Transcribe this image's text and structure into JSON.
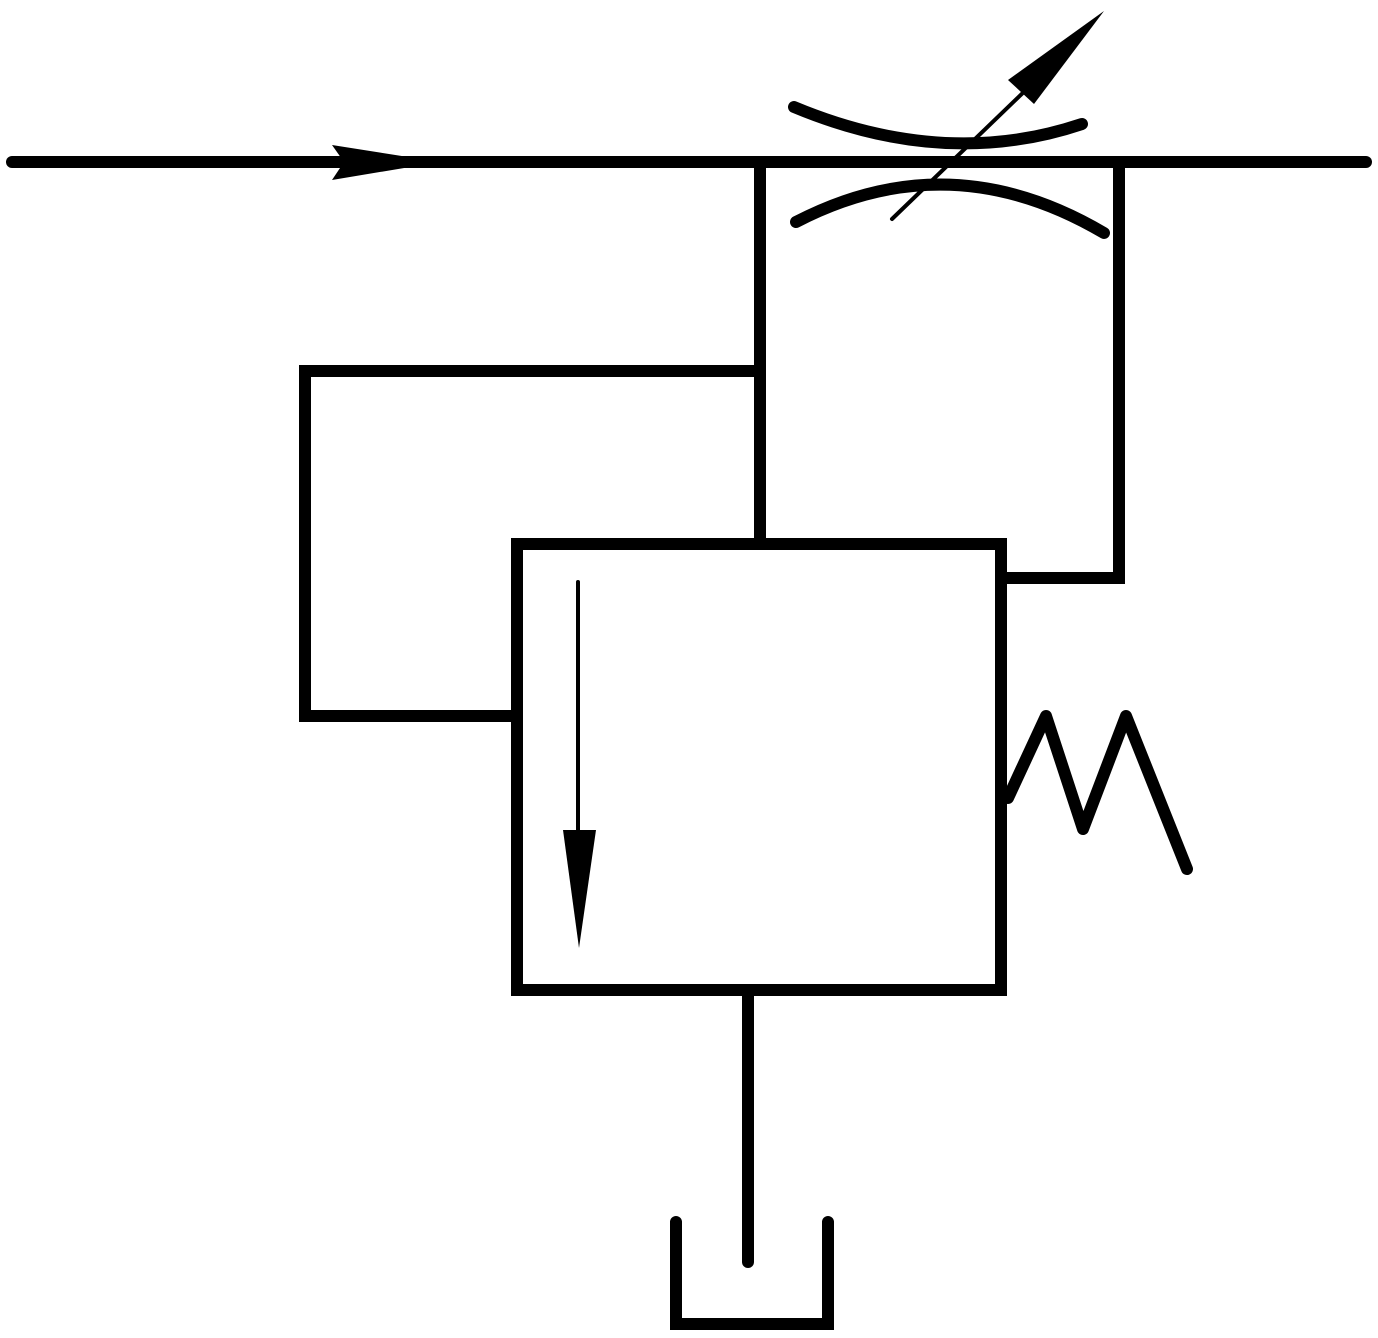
{
  "diagram": {
    "type": "hydraulic-schematic",
    "stroke_color": "#000000",
    "background_color": "#ffffff",
    "components": [
      {
        "name": "main-supply-line",
        "role": "pressure line with flow direction arrow"
      },
      {
        "name": "adjustable-throttle",
        "role": "variable restrictor (adjustable orifice)"
      },
      {
        "name": "valve-body",
        "role": "single-position valve envelope"
      },
      {
        "name": "internal-flow-arrow",
        "role": "flow path downward"
      },
      {
        "name": "pilot-line-left",
        "role": "upstream pressure pilot to valve side"
      },
      {
        "name": "pilot-line-right",
        "role": "downstream pressure pilot to valve side"
      },
      {
        "name": "spring",
        "role": "return spring"
      },
      {
        "name": "tank",
        "role": "reservoir"
      }
    ]
  }
}
